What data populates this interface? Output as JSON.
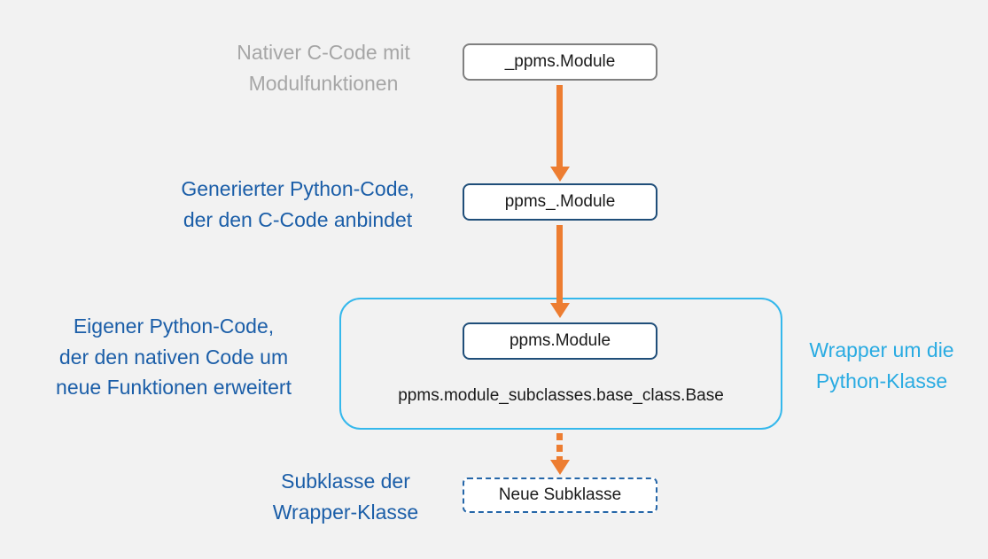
{
  "colors": {
    "background": "#f2f2f2",
    "arrow_orange": "#ED7D31",
    "blue_caption_text": "#1B5EA8",
    "navy_box_border": "#1F4E79",
    "cyan_accent": "#29ABE2",
    "gray_caption_text": "#A6A6A6",
    "gray_box_border": "#808080"
  },
  "native": {
    "caption": "Nativer C-Code mit\nModulfunktionen",
    "box_label": "_ppms.Module"
  },
  "generated": {
    "caption": "Generierter Python-Code,\nder den C-Code anbindet",
    "box_label": "ppms_.Module"
  },
  "wrapper": {
    "caption": "Eigener Python-Code,\nder den nativen Code um\nneue Funktionen erweitert",
    "box_label": "ppms.Module",
    "base_class_path": "ppms.module_subclasses.base_class.Base",
    "right_caption": "Wrapper um die\nPython-Klasse"
  },
  "subclass": {
    "caption": "Subklasse der\nWrapper-Klasse",
    "box_label": "Neue Subklasse"
  }
}
